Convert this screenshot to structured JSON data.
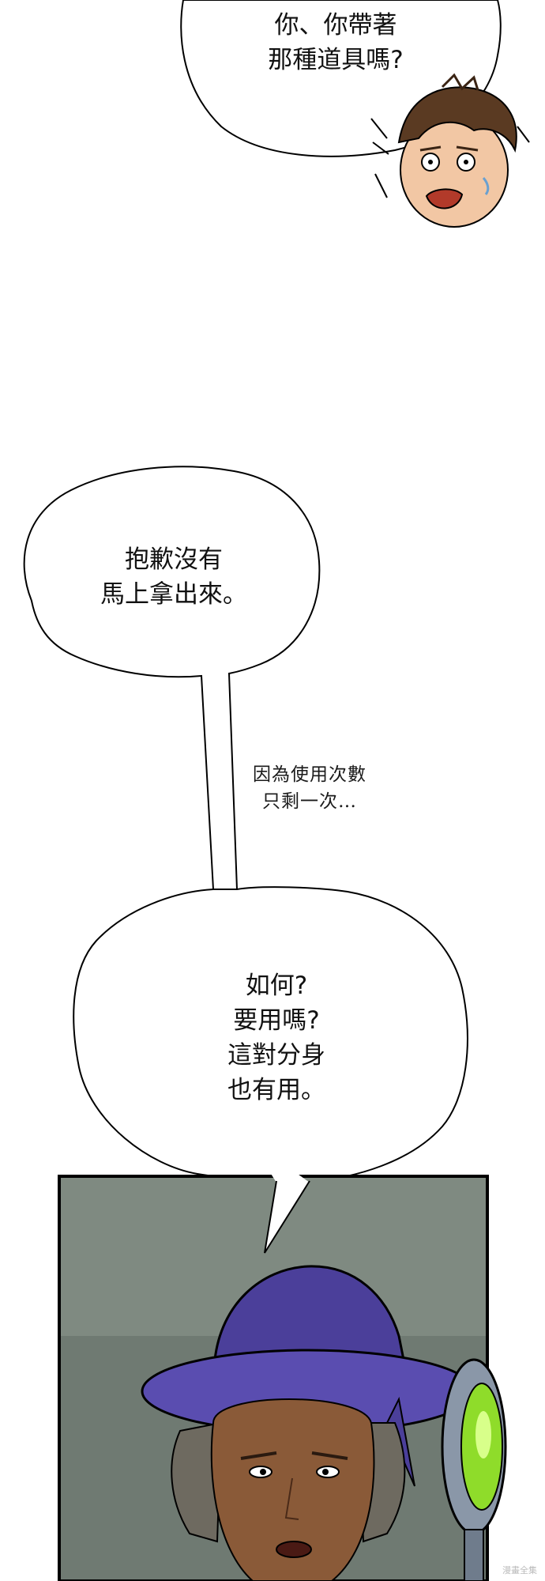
{
  "panel_top": {
    "bubble_1": {
      "lines": [
        "你、你帶著",
        "那種道具嗎?"
      ]
    },
    "character": {
      "name": "surprised-boy-face",
      "hair_color": "#5a3a22",
      "skin_color": "#f2c7a4"
    }
  },
  "panel_middle": {
    "bubble_2": {
      "lines": [
        "抱歉沒有",
        "馬上拿出來。"
      ]
    },
    "narration": {
      "lines": [
        "因為使用次數",
        "只剩一次…"
      ]
    },
    "bubble_3": {
      "lines": [
        "如何?",
        "要用嗎?",
        "這對分身",
        "也有用。"
      ]
    }
  },
  "panel_bottom": {
    "background_color": "#6f7a72",
    "character": {
      "name": "merchant-in-purple-hat",
      "hat_color": "#4b3f9a",
      "skin_color": "#8a5a38",
      "hair_color": "#6e6a60"
    },
    "prop": {
      "name": "green-orb-device",
      "orb_color": "#8fdc2a"
    }
  },
  "watermark": "漫畫全集"
}
